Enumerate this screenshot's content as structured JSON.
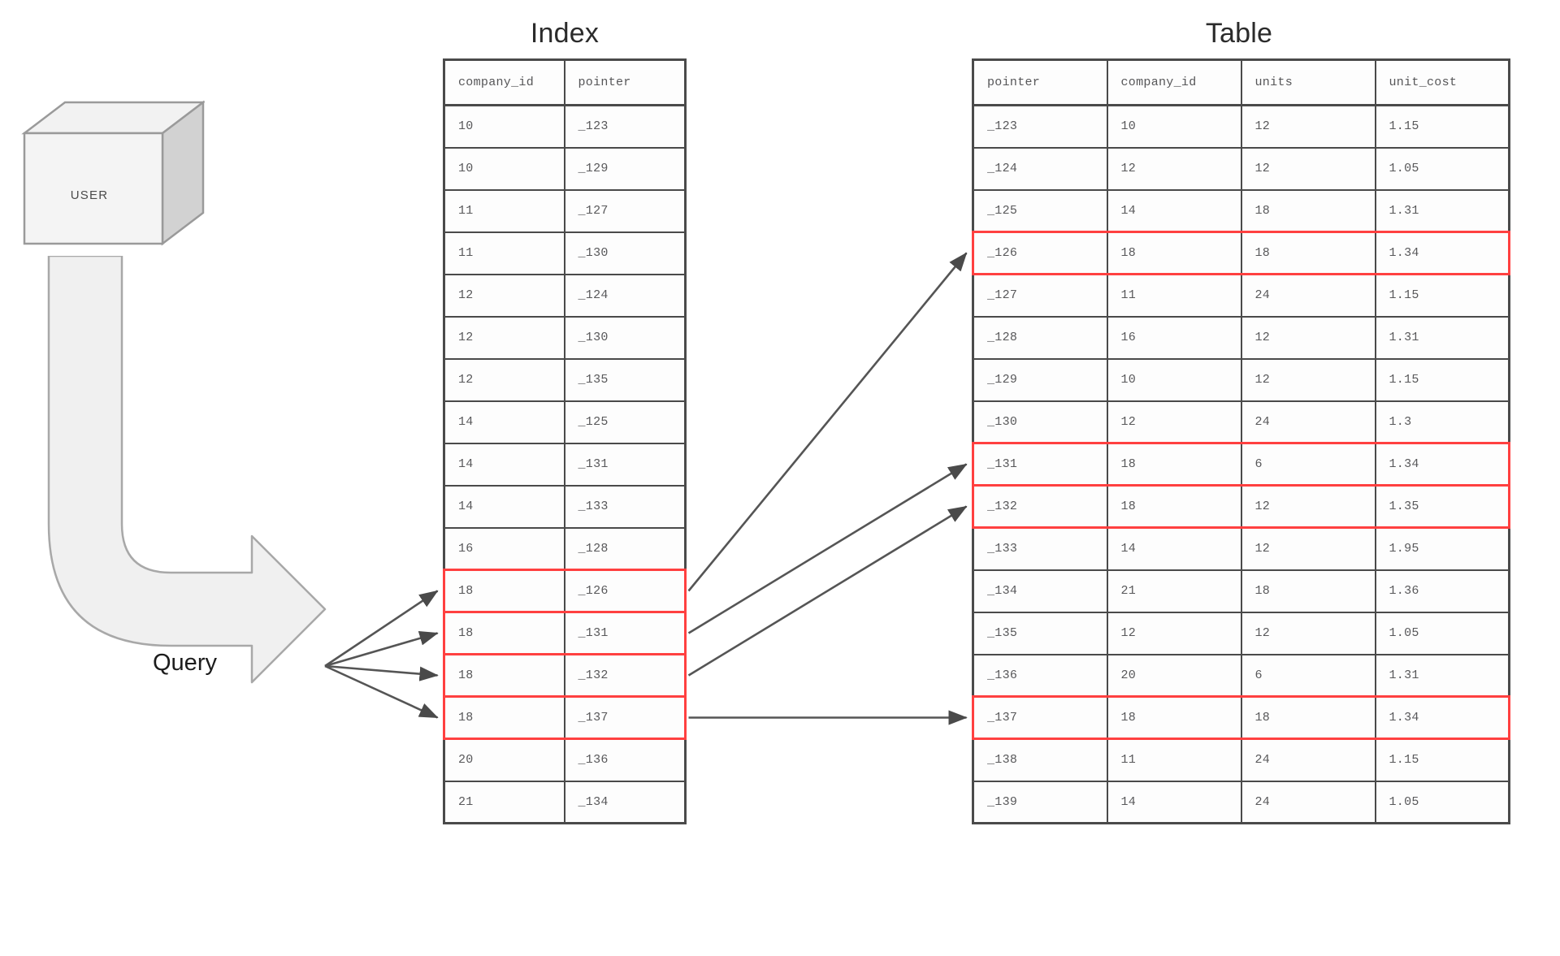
{
  "titles": {
    "index": "Index",
    "table": "Table"
  },
  "actor": {
    "label": "USER",
    "icon": "cube-icon"
  },
  "query": {
    "label": "Query",
    "icon": "block-arrow-icon"
  },
  "colors": {
    "highlight": "#ff4040",
    "border": "#4a4a4a",
    "text": "#58585a",
    "shape_fill": "#f0f0f0",
    "connector": "#555555"
  },
  "index_table": {
    "name": "Index",
    "columns": [
      "company_id",
      "pointer"
    ],
    "rows": [
      {
        "company_id": "10",
        "pointer": "_123",
        "highlight": false
      },
      {
        "company_id": "10",
        "pointer": "_129",
        "highlight": false
      },
      {
        "company_id": "11",
        "pointer": "_127",
        "highlight": false
      },
      {
        "company_id": "11",
        "pointer": "_130",
        "highlight": false
      },
      {
        "company_id": "12",
        "pointer": "_124",
        "highlight": false
      },
      {
        "company_id": "12",
        "pointer": "_130",
        "highlight": false
      },
      {
        "company_id": "12",
        "pointer": "_135",
        "highlight": false
      },
      {
        "company_id": "14",
        "pointer": "_125",
        "highlight": false
      },
      {
        "company_id": "14",
        "pointer": "_131",
        "highlight": false
      },
      {
        "company_id": "14",
        "pointer": "_133",
        "highlight": false
      },
      {
        "company_id": "16",
        "pointer": "_128",
        "highlight": false
      },
      {
        "company_id": "18",
        "pointer": "_126",
        "highlight": true
      },
      {
        "company_id": "18",
        "pointer": "_131",
        "highlight": true
      },
      {
        "company_id": "18",
        "pointer": "_132",
        "highlight": true
      },
      {
        "company_id": "18",
        "pointer": "_137",
        "highlight": true
      },
      {
        "company_id": "20",
        "pointer": "_136",
        "highlight": false
      },
      {
        "company_id": "21",
        "pointer": "_134",
        "highlight": false
      }
    ]
  },
  "data_table": {
    "name": "Table",
    "columns": [
      "pointer",
      "company_id",
      "units",
      "unit_cost"
    ],
    "rows": [
      {
        "pointer": "_123",
        "company_id": "10",
        "units": "12",
        "unit_cost": "1.15",
        "highlight": false
      },
      {
        "pointer": "_124",
        "company_id": "12",
        "units": "12",
        "unit_cost": "1.05",
        "highlight": false
      },
      {
        "pointer": "_125",
        "company_id": "14",
        "units": "18",
        "unit_cost": "1.31",
        "highlight": false
      },
      {
        "pointer": "_126",
        "company_id": "18",
        "units": "18",
        "unit_cost": "1.34",
        "highlight": true
      },
      {
        "pointer": "_127",
        "company_id": "11",
        "units": "24",
        "unit_cost": "1.15",
        "highlight": false
      },
      {
        "pointer": "_128",
        "company_id": "16",
        "units": "12",
        "unit_cost": "1.31",
        "highlight": false
      },
      {
        "pointer": "_129",
        "company_id": "10",
        "units": "12",
        "unit_cost": "1.15",
        "highlight": false
      },
      {
        "pointer": "_130",
        "company_id": "12",
        "units": "24",
        "unit_cost": "1.3",
        "highlight": false
      },
      {
        "pointer": "_131",
        "company_id": "18",
        "units": "6",
        "unit_cost": "1.34",
        "highlight": true
      },
      {
        "pointer": "_132",
        "company_id": "18",
        "units": "12",
        "unit_cost": "1.35",
        "highlight": true
      },
      {
        "pointer": "_133",
        "company_id": "14",
        "units": "12",
        "unit_cost": "1.95",
        "highlight": false
      },
      {
        "pointer": "_134",
        "company_id": "21",
        "units": "18",
        "unit_cost": "1.36",
        "highlight": false
      },
      {
        "pointer": "_135",
        "company_id": "12",
        "units": "12",
        "unit_cost": "1.05",
        "highlight": false
      },
      {
        "pointer": "_136",
        "company_id": "20",
        "units": "6",
        "unit_cost": "1.31",
        "highlight": false
      },
      {
        "pointer": "_137",
        "company_id": "18",
        "units": "18",
        "unit_cost": "1.34",
        "highlight": true
      },
      {
        "pointer": "_138",
        "company_id": "11",
        "units": "24",
        "unit_cost": "1.15",
        "highlight": false
      },
      {
        "pointer": "_139",
        "company_id": "14",
        "units": "24",
        "unit_cost": "1.05",
        "highlight": false
      }
    ]
  },
  "connectors": {
    "query_to_index": [
      {
        "from": "query-arrow-tip",
        "to": "index-row-18-126"
      },
      {
        "from": "query-arrow-tip",
        "to": "index-row-18-131"
      },
      {
        "from": "query-arrow-tip",
        "to": "index-row-18-132"
      },
      {
        "from": "query-arrow-tip",
        "to": "index-row-18-137"
      }
    ],
    "index_to_table": [
      {
        "from": "index-row-18-126",
        "to": "table-row-_126"
      },
      {
        "from": "index-row-18-131",
        "to": "table-row-_131"
      },
      {
        "from": "index-row-18-132",
        "to": "table-row-_132"
      },
      {
        "from": "index-row-18-137",
        "to": "table-row-_137"
      }
    ]
  }
}
